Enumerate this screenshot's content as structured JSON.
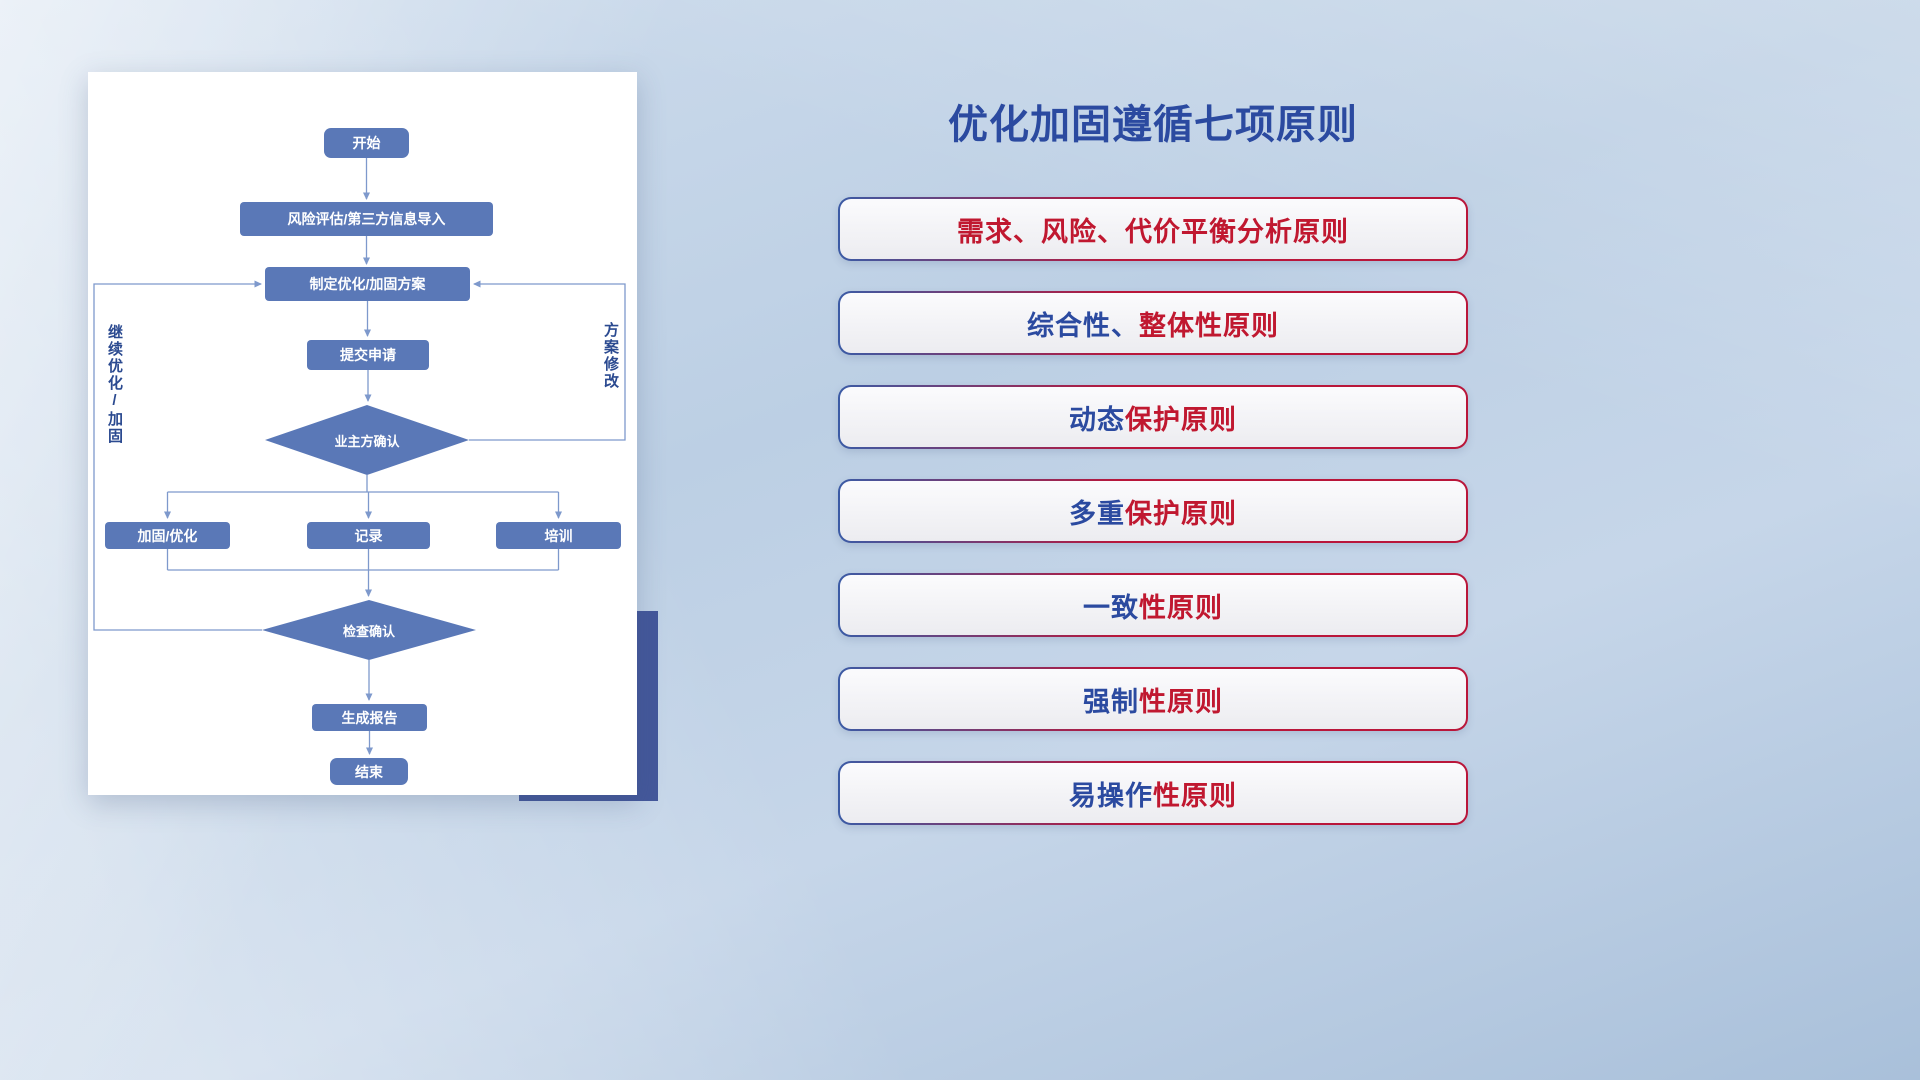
{
  "colors": {
    "node_fill": "#5a78b7",
    "line": "#7e99cc",
    "accent_blue": "#2b4aa0",
    "accent_red": "#c01830"
  },
  "flowchart": {
    "nodes": {
      "start": "开始",
      "risk_import": "风险评估/第三方信息导入",
      "make_plan": "制定优化/加固方案",
      "submit": "提交申请",
      "owner_confirm": "业主方确认",
      "reinforce": "加固/优化",
      "record": "记录",
      "training": "培训",
      "check_confirm": "检查确认",
      "report": "生成报告",
      "end": "结束"
    },
    "loop_labels": {
      "left": "继续优化/加固",
      "right": "方案修改"
    }
  },
  "panel": {
    "title": "优化加固遵循七项原则",
    "principles": [
      {
        "blue": "",
        "red": "需求、风险、代价平衡分析原则"
      },
      {
        "blue": "综合性、",
        "red": "整体性原则"
      },
      {
        "blue": "动态",
        "red": "保护原则"
      },
      {
        "blue": "多重",
        "red": "保护原则"
      },
      {
        "blue": "一致",
        "red": "性原则"
      },
      {
        "blue": "强制",
        "red": "性原则"
      },
      {
        "blue": "易操作",
        "red": "性原则"
      }
    ]
  }
}
